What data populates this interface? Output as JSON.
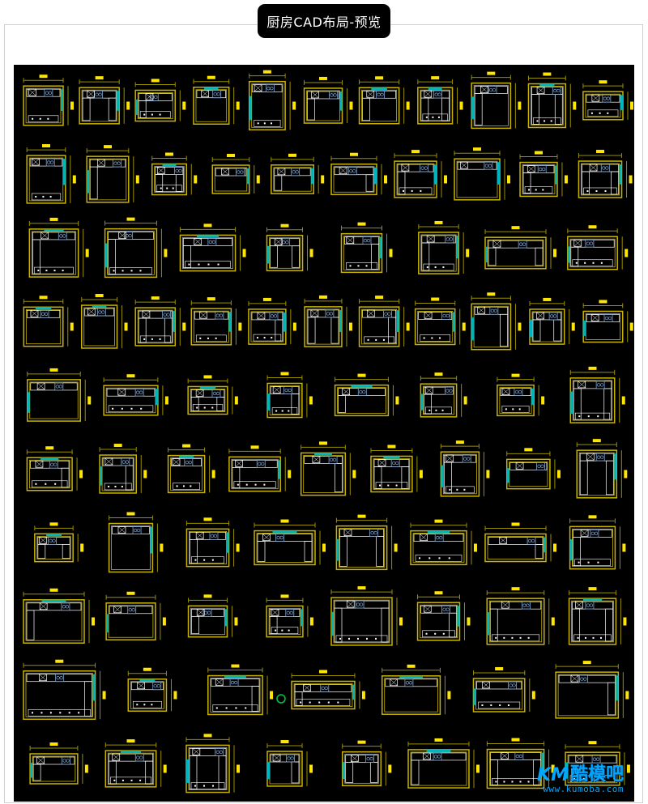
{
  "title": "厨房CAD布局-预览",
  "watermark": {
    "brand": "KM",
    "name": "酷模吧",
    "url": "www.kumoba.com"
  },
  "colors": {
    "background": "#000000",
    "wall": "#c8b400",
    "dimension": "#9a8f00",
    "dim_tag": "#ffe600",
    "window": "#00b4be",
    "fixture": "#ffffff",
    "appliance": "#7fa6d6",
    "accent": "#00c040"
  },
  "grid": {
    "rows": 10,
    "plans_per_row": [
      11,
      10,
      8,
      11,
      8,
      9,
      8,
      8,
      7,
      8
    ]
  }
}
